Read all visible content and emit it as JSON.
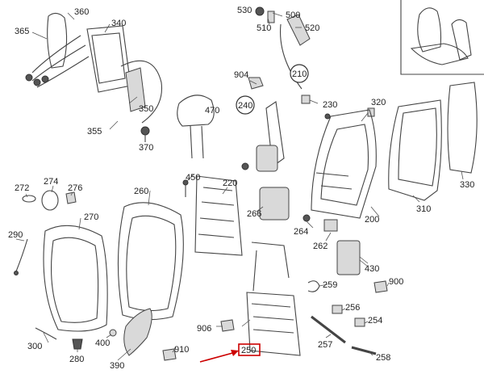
{
  "diagram": {
    "callouts": [
      "360",
      "340",
      "365",
      "530",
      "500",
      "510",
      "520",
      "904",
      "210",
      "470",
      "240",
      "230",
      "320",
      "350",
      "355",
      "370",
      "450",
      "220",
      "260",
      "272",
      "274",
      "276",
      "270",
      "266",
      "264",
      "262",
      "200",
      "310",
      "330",
      "290",
      "430",
      "259",
      "900",
      "906",
      "256",
      "254",
      "257",
      "250",
      "258",
      "300",
      "280",
      "400",
      "390",
      "910"
    ],
    "highlighted_callout": "250",
    "colors": {
      "line": "#444444",
      "highlight": "#cc0000",
      "background": "#ffffff"
    }
  }
}
